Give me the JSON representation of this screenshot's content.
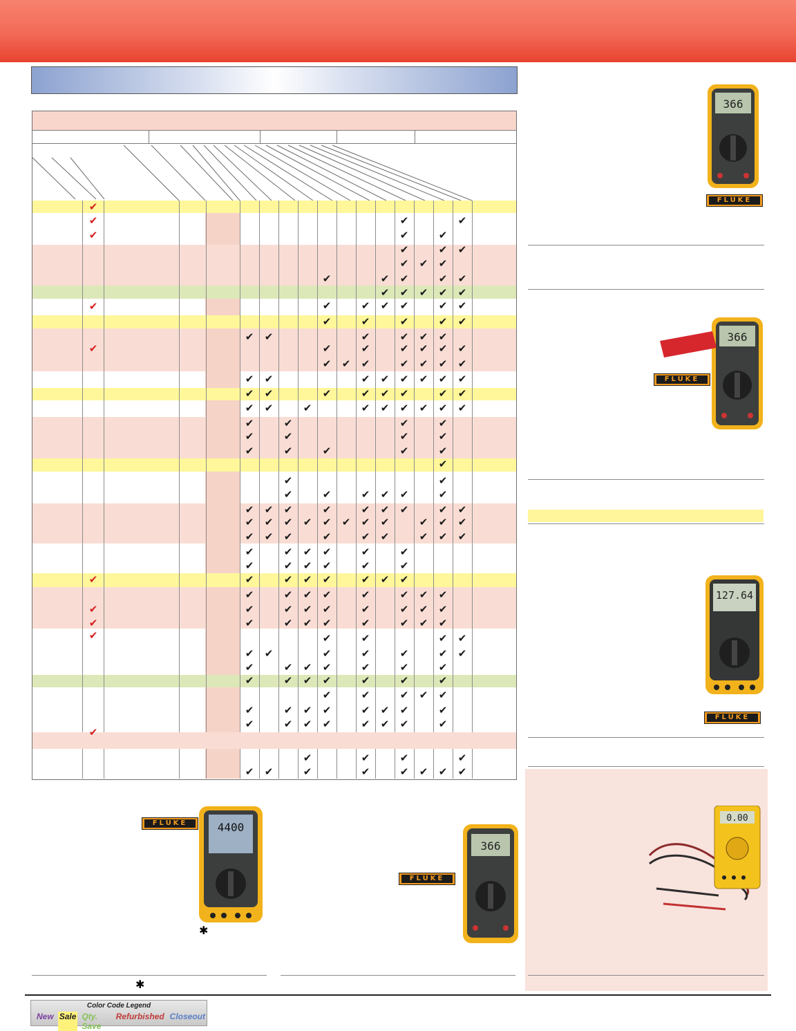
{
  "legend": {
    "title": "Color Code Legend",
    "items": [
      "New",
      "Sale",
      "Qty. Save",
      "Refurbished",
      "Closeout"
    ]
  },
  "logos": {
    "brand": "FLUKE"
  },
  "meters": {
    "m1_display": "366",
    "m2_display": "366",
    "m3_display": "127.64",
    "m4_display": "4400",
    "m5_display": "366",
    "m6_display": "0.00"
  },
  "footnote_marks": {
    "a": "✱",
    "b": "✱"
  },
  "check_glyph": "✔"
}
